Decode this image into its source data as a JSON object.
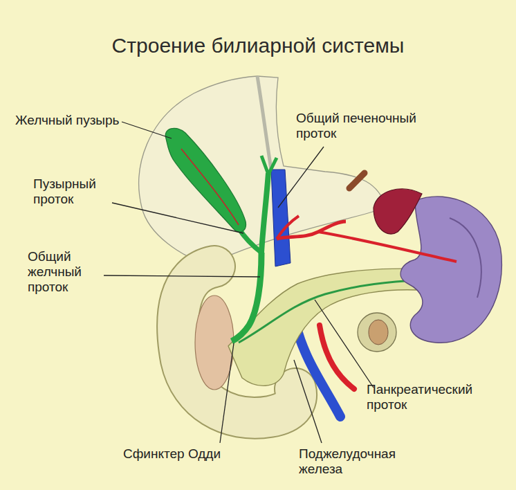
{
  "diagram": {
    "title": "Строение билиарной системы",
    "labels": [
      "Желчный пузырь",
      "Общий печеночный проток",
      "Пузырный проток",
      "Общий желчный проток",
      "Панкреатический проток",
      "Сфинктер Одди",
      "Поджелудочная железа"
    ]
  }
}
